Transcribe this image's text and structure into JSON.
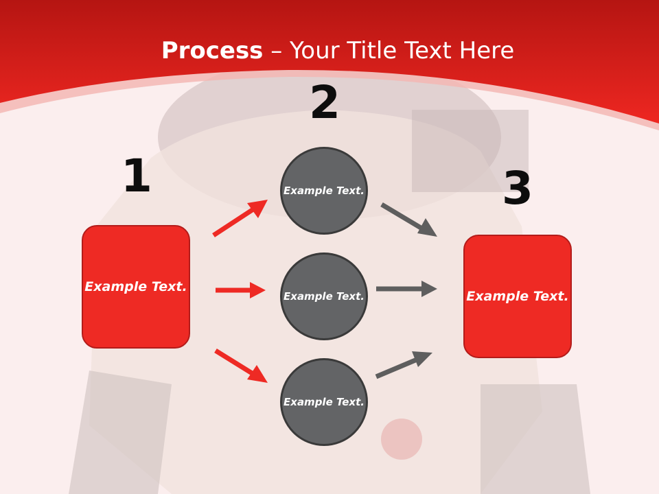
{
  "title": {
    "strong": "Process",
    "rest": " – Your Title Text Here"
  },
  "steps": {
    "one": "1",
    "two": "2",
    "three": "3"
  },
  "left_box": "Example Text.",
  "right_box": "Example Text.",
  "circles": [
    "Example Text.",
    "Example Text.",
    "Example Text."
  ],
  "colors": {
    "accent": "#ee2a24",
    "circle": "#636466",
    "arrow_gray": "#5e5e5e"
  }
}
